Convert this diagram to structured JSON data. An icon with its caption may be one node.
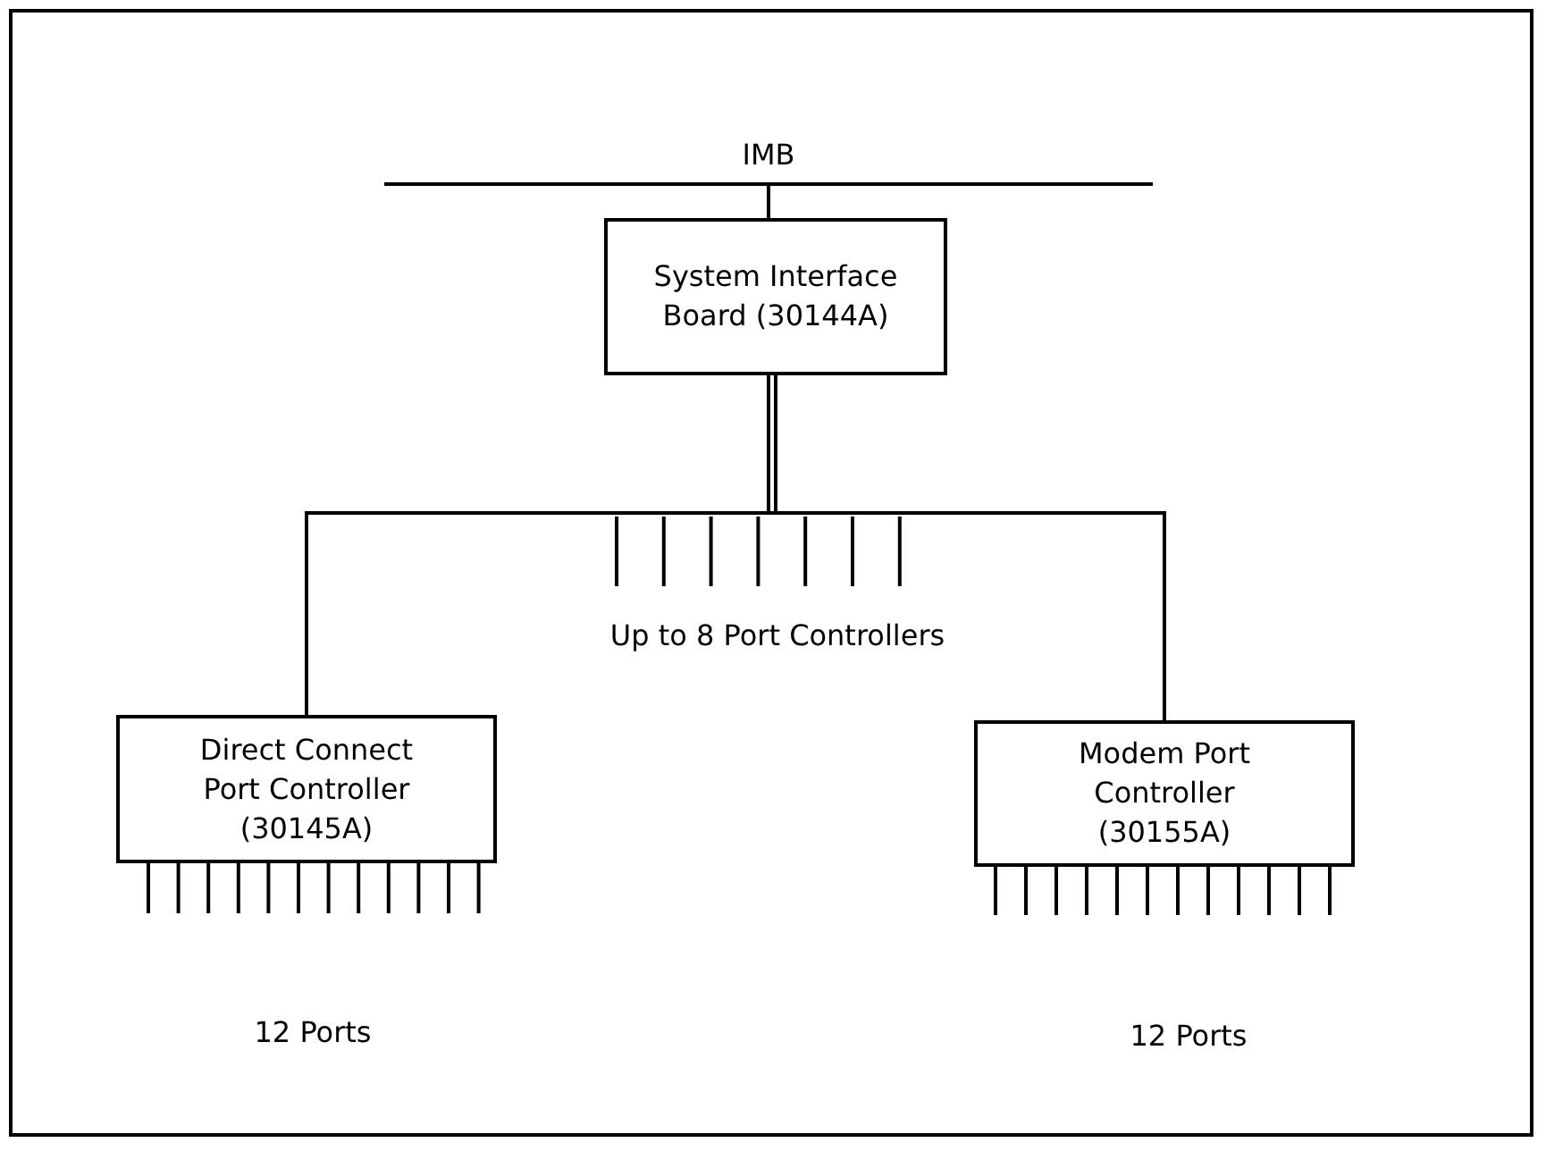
{
  "diagram": {
    "nodes": [
      {
        "text": [
          "IMB"
        ]
      },
      {
        "text": [
          "System Interface Board (30144A)"
        ]
      },
      {
        "text": [
          "Direct Connect Port Controller (30145A)"
        ]
      },
      {
        "text": [
          "Modem Port Controller (30155A)"
        ]
      }
    ],
    "edges": [
      {
        "from": 0,
        "to": 1,
        "arrow": "none"
      },
      {
        "from": 1,
        "to": 2,
        "arrow": "none"
      },
      {
        "from": 1,
        "to": 3,
        "arrow": "none"
      }
    ],
    "labels": [
      "Up to 8 Port Controllers",
      "12 Ports",
      "12 Ports"
    ]
  }
}
